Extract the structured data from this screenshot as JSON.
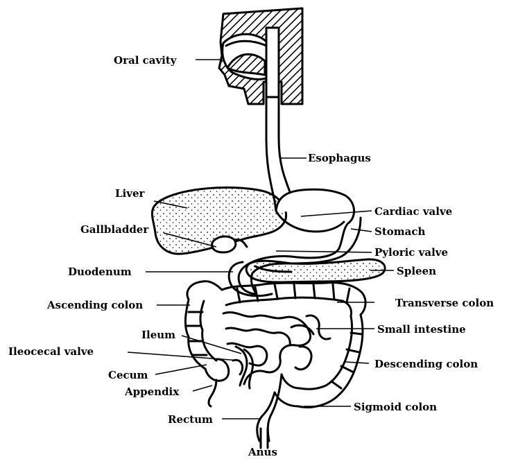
{
  "diagram": {
    "labels": {
      "oral_cavity": "Oral cavity",
      "esophagus": "Esophagus",
      "liver": "Liver",
      "cardiac_valve": "Cardiac valve",
      "gallbladder": "Gallbladder",
      "stomach": "Stomach",
      "pyloric_valve": "Pyloric valve",
      "duodenum": "Duodenum",
      "spleen": "Spleen",
      "ascending_colon": "Ascending colon",
      "transverse_colon": "Transverse colon",
      "ileum": "Ileum",
      "small_intestine": "Small intestine",
      "ileocecal_valve": "Ileocecal valve",
      "descending_colon": "Descending colon",
      "cecum": "Cecum",
      "appendix": "Appendix",
      "sigmoid_colon": "Sigmoid colon",
      "rectum": "Rectum",
      "anus": "Anus"
    },
    "colors": {
      "ink": "#000000",
      "background": "#ffffff"
    }
  }
}
